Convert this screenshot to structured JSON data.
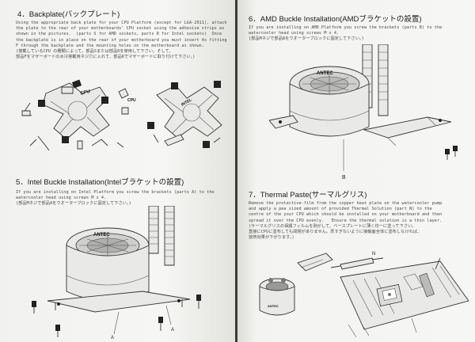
{
  "left_page": {
    "backplate": {
      "heading": "4．Backplate(バックプレート)",
      "body": [
        "Using the appropriate back plate for your CPU Platform (except for LGA-2011), attach",
        "the plate to the rear of your motherboards' CPU socket using the adhesive strips as",
        "shown in the pictures.  (parts S for AMD sockets, parts R for Intel sockets)  Once",
        "the backplate is in place on the rear of your motherboard you must insert 4x fitting",
        "F through the backplate and the mounting holes on the motherboard as shown.",
        "(搭載しているCPU の種類によって、部品Sまたは部品Rを使用して下さい。そして、",
        "部品Fをマザーボードの水冷搭載用ネジ穴に入れて、部品Rでマザーボードに取り付けて下さい。)"
      ],
      "figure_text": [
        "CPU",
        "CPU",
        "INTEL"
      ]
    },
    "intel_buckle": {
      "heading": "5．Intel Buckle Installation(Intelブラケットの設置)",
      "body": [
        "If you are installing on Intel Platform you screw the brackets (parts A) to the",
        "watercooler head using screws M x 4.",
        "(部品Mネジで部品Aをウオーターブロックに固定して下さい。)"
      ],
      "figure_text": [
        "ANTEC",
        "A",
        "A"
      ]
    }
  },
  "right_page": {
    "amd_buckle": {
      "heading": "6．AMD Buckle Installation(AMDブラケットの設置)",
      "body": [
        "If you are installing on AMD Platform you screw the brackets (parts B) to the",
        "watercooler head using screws M x 4.",
        "(部品Mネジで部品Bをウオーターブロックに固定して下さい。)"
      ],
      "figure_text": [
        "ANTEC",
        "B"
      ]
    },
    "thermal_paste": {
      "heading": "7．Thermal Paste(サーマルグリス)",
      "body": [
        "Remove the protective-film from the copper heat plate on the watercooler pump",
        "and apply a pea sized amount of provided Thermal Solution (part N) to the",
        "centre of the your CPU which should be installed on your motherboard and then",
        "spread it over the CPU evenly.   Ensure the thermal solution is a thin layer.",
        "(サーマルグリスの保護フィルムを剥がして、ベースプレートに薄く均一に塗って下さい。",
        "直接にCPUに塗布しても問題がありません。厚すぎないように接触面全体に塗布しなければ、",
        "放熱効果が下がります。)"
      ],
      "figure_text": [
        "ANTEC",
        "N"
      ]
    }
  }
}
